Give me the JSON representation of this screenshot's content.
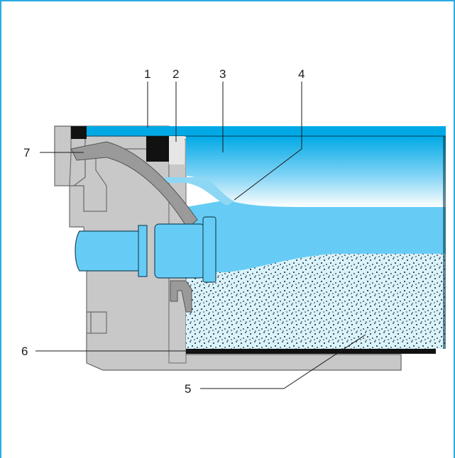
{
  "figure": {
    "callouts": [
      {
        "id": "1",
        "text": "1"
      },
      {
        "id": "2",
        "text": "2"
      },
      {
        "id": "3",
        "text": "3"
      },
      {
        "id": "4",
        "text": "4"
      },
      {
        "id": "5",
        "text": "5"
      },
      {
        "id": "6",
        "text": "6"
      },
      {
        "id": "7",
        "text": "7"
      }
    ]
  },
  "colors": {
    "frame": "#29abe2",
    "housing": "#c8c8c8",
    "seal": "#111111",
    "water_blue": "#66ccf5",
    "deep_blue": "#00a9e6",
    "filter_media": "#d9f3fc"
  }
}
